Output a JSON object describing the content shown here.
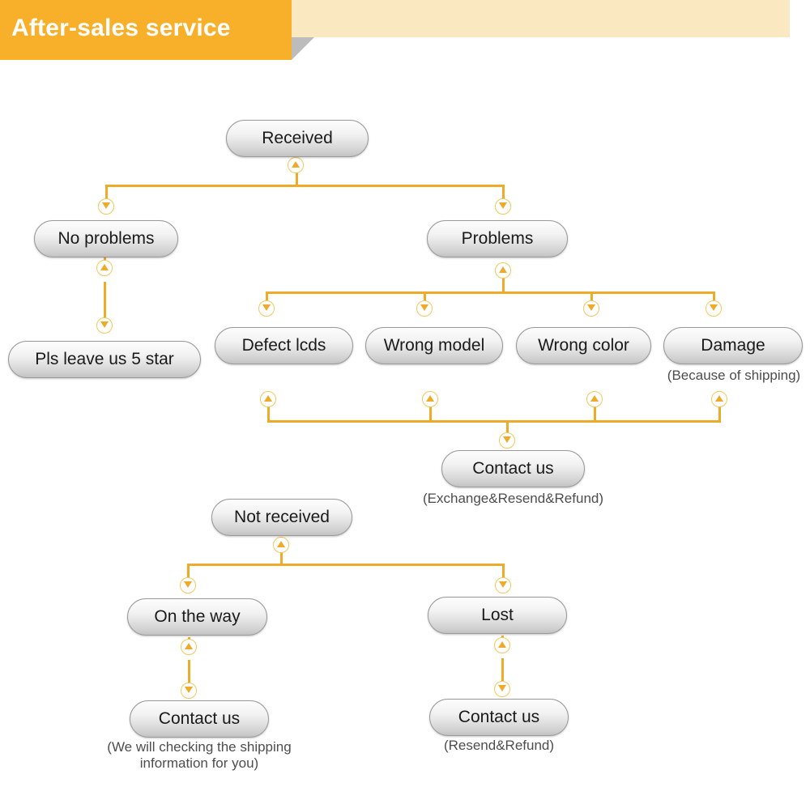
{
  "banner": {
    "title": "After-sales service",
    "block_color": "#f8b02b",
    "strip_color": "#fae8c0",
    "shadow_color": "#bcbcbc",
    "title_color": "#ffffff"
  },
  "theme": {
    "connector_color": "#eeab2a",
    "marker_ring_color": "#f2c85c",
    "node_border_color": "#9a9a9a",
    "node_text_color": "#1a1a1a",
    "caption_color": "#4d4d4d",
    "background": "#ffffff"
  },
  "nodes": {
    "received": "Received",
    "no_problems": "No problems",
    "problems": "Problems",
    "pls_leave_5_star": "Pls leave us 5 star",
    "defect_lcds": "Defect lcds",
    "wrong_model": "Wrong model",
    "wrong_color": "Wrong color",
    "damage": "Damage",
    "contact_us_problems": "Contact us",
    "not_received": "Not received",
    "on_the_way": "On the way",
    "lost": "Lost",
    "contact_us_on_the_way": "Contact us",
    "contact_us_lost": "Contact us"
  },
  "captions": {
    "damage": "(Because of shipping)",
    "contact_us_problems": "(Exchange&Resend&Refund)",
    "contact_us_on_the_way_line1": "(We will checking the shipping",
    "contact_us_on_the_way_line2": "information for you)",
    "contact_us_lost": "(Resend&Refund)"
  },
  "flow": {
    "title": "After-sales service flowchart",
    "edges": [
      {
        "from": "Received",
        "to": "No problems"
      },
      {
        "from": "Received",
        "to": "Problems"
      },
      {
        "from": "No problems",
        "to": "Pls leave us 5 star"
      },
      {
        "from": "Problems",
        "to": "Defect lcds"
      },
      {
        "from": "Problems",
        "to": "Wrong model"
      },
      {
        "from": "Problems",
        "to": "Wrong color"
      },
      {
        "from": "Problems",
        "to": "Damage"
      },
      {
        "from": "Defect lcds",
        "to": "Contact us"
      },
      {
        "from": "Wrong model",
        "to": "Contact us"
      },
      {
        "from": "Wrong color",
        "to": "Contact us"
      },
      {
        "from": "Damage",
        "to": "Contact us"
      },
      {
        "from": "Not received",
        "to": "On the way"
      },
      {
        "from": "Not received",
        "to": "Lost"
      },
      {
        "from": "On the way",
        "to": "Contact us"
      },
      {
        "from": "Lost",
        "to": "Contact us"
      }
    ]
  }
}
